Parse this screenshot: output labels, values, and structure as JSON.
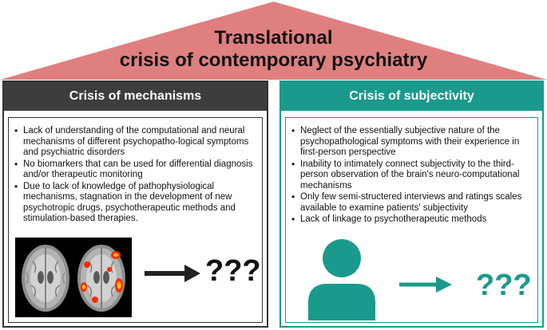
{
  "title": {
    "line1": "Translational",
    "line2": "crisis of contemporary psychiatry"
  },
  "left_panel": {
    "header": "Crisis of mechanisms",
    "bullets": [
      "Lack of understanding of the computational and neural mechanisms of different psychopatho-logical symptoms and psychiatric disorders",
      "No biomarkers that can be used for differential diagnosis and/or therapeutic monitoring",
      "Due to lack of knowledge of pathophysiological mechanisms, stagnation in the development of new psychotropic drugs, psychotherapeutic methods and stimulation-based therapies."
    ],
    "result": "???"
  },
  "right_panel": {
    "header": "Crisis of subjectivity",
    "bullets": [
      "Neglect of the essentially subjective nature of the psychopathological symptoms with their experience in first-person perspective",
      "Inability to intimately connect subjectivity to the third-person observation of the brain's neuro-computational mechanisms",
      "Only few semi-structered interviews and ratings scales available to examine patients' subjectivity",
      "Lack of linkage to psychotherapeutic methods"
    ],
    "result": "???"
  },
  "colors": {
    "roof": "#e07f80",
    "left_accent": "#3d3d3d",
    "right_accent": "#1a9a8c",
    "activation_hot": "#ff2a00",
    "activation_warm": "#ffc400"
  },
  "icons": {
    "left_image": "brain-mri-scans",
    "right_image": "person-icon"
  }
}
